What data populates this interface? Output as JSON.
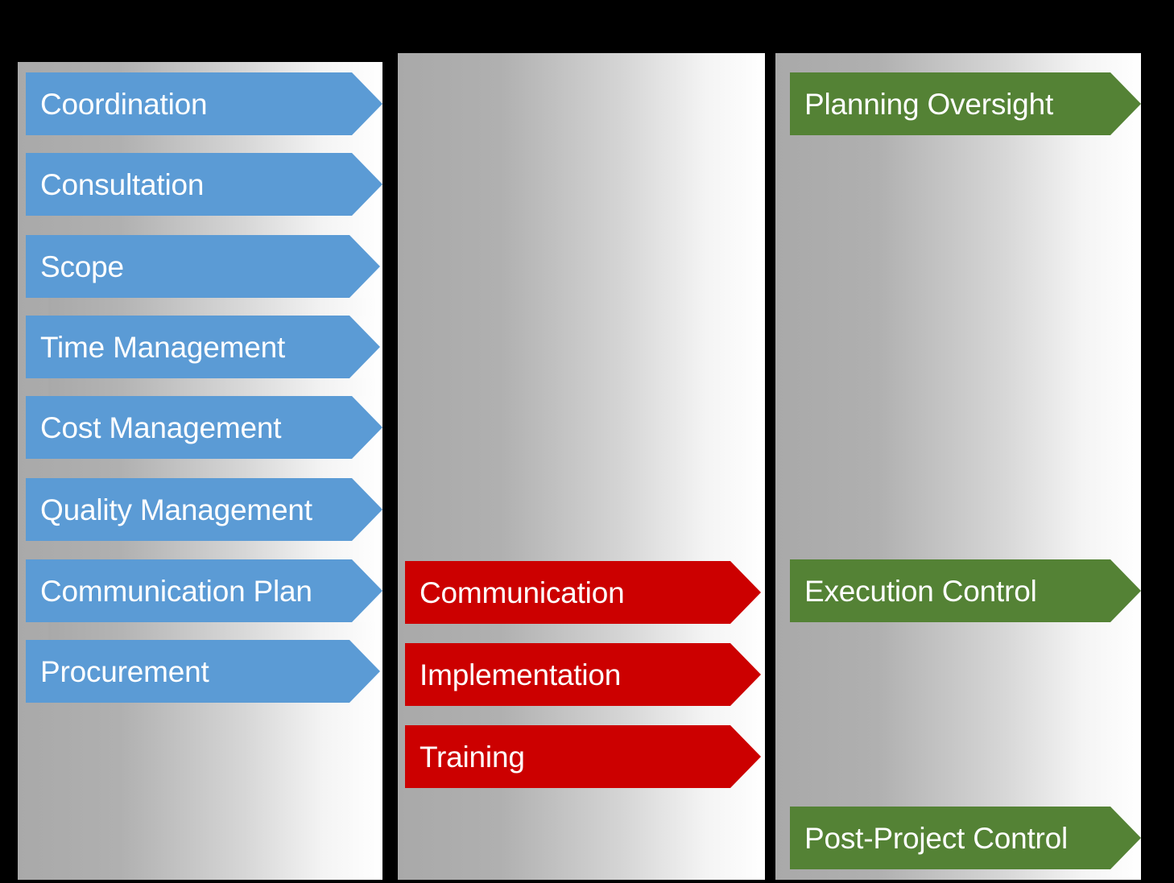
{
  "diagram": {
    "title": "Project Management Process Chevron Diagram",
    "colors": {
      "blue": "#5B9BD5",
      "red": "#CC0000",
      "green": "#548235",
      "panel_gradient_start": "#A9A9A9",
      "panel_gradient_end": "#FFFFFF",
      "background": "#000000",
      "arrow_text": "#FFFFFF"
    },
    "columns": [
      {
        "id": "planning-activities",
        "accent": "#5B9BD5",
        "items": [
          {
            "label": "Coordination"
          },
          {
            "label": "Consultation"
          },
          {
            "label": "Scope"
          },
          {
            "label": "Time Management"
          },
          {
            "label": "Cost Management"
          },
          {
            "label": "Quality Management"
          },
          {
            "label": "Communication Plan"
          },
          {
            "label": "Procurement"
          }
        ]
      },
      {
        "id": "execution-activities",
        "accent": "#CC0000",
        "items": [
          {
            "label": "Communication"
          },
          {
            "label": "Implementation"
          },
          {
            "label": "Training"
          }
        ]
      },
      {
        "id": "control-activities",
        "accent": "#548235",
        "items": [
          {
            "label": "Planning Oversight"
          },
          {
            "label": "Execution Control"
          },
          {
            "label": "Post-Project Control"
          }
        ]
      }
    ]
  }
}
